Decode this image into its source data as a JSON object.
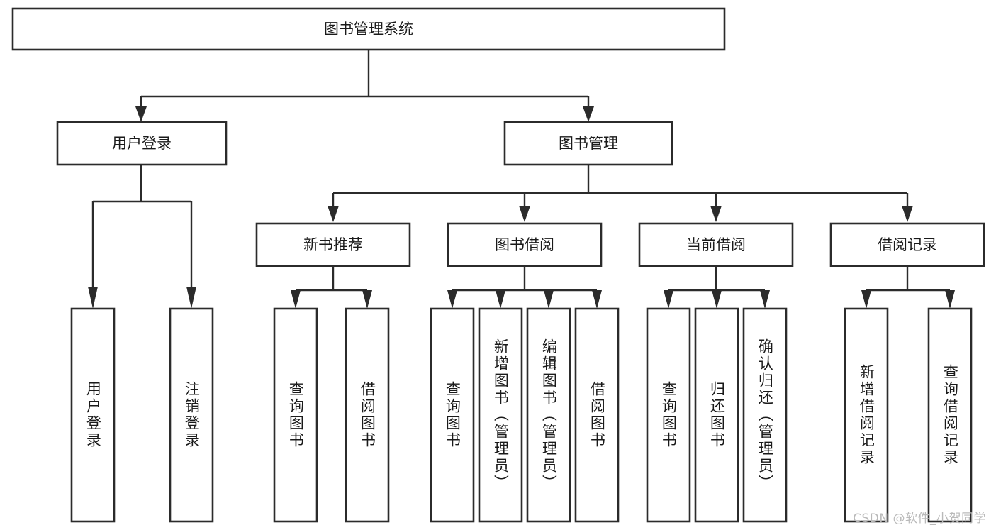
{
  "diagram": {
    "type": "tree-hierarchy",
    "title_node": {
      "label": "图书管理系统"
    },
    "level2": [
      {
        "label": "用户登录"
      },
      {
        "label": "图书管理"
      }
    ],
    "level3": [
      {
        "label": "新书推荐"
      },
      {
        "label": "图书借阅"
      },
      {
        "label": "当前借阅"
      },
      {
        "label": "借阅记录"
      }
    ],
    "leaves": {
      "user_login": [
        {
          "label": "用户登录"
        },
        {
          "label": "注销登录"
        }
      ],
      "new_book_recommend": [
        {
          "label": "查询图书"
        },
        {
          "label": "借阅图书"
        }
      ],
      "book_borrow": [
        {
          "label": "查询图书"
        },
        {
          "label": "新增图书（管理员）"
        },
        {
          "label": "编辑图书（管理员）"
        },
        {
          "label": "借阅图书"
        }
      ],
      "current_borrow": [
        {
          "label": "查询图书"
        },
        {
          "label": "归还图书"
        },
        {
          "label": "确认归还（管理员）"
        }
      ],
      "borrow_record": [
        {
          "label": "新增借阅记录"
        },
        {
          "label": "查询借阅记录"
        }
      ]
    }
  },
  "watermark": {
    "text": "CSDN @软件_小贺同学"
  },
  "colors": {
    "stroke": "#2b2b2b",
    "box_fill": "#ffffff",
    "text": "#1a1a1a",
    "watermark": "#b9b9b9",
    "background": "#ffffff"
  }
}
